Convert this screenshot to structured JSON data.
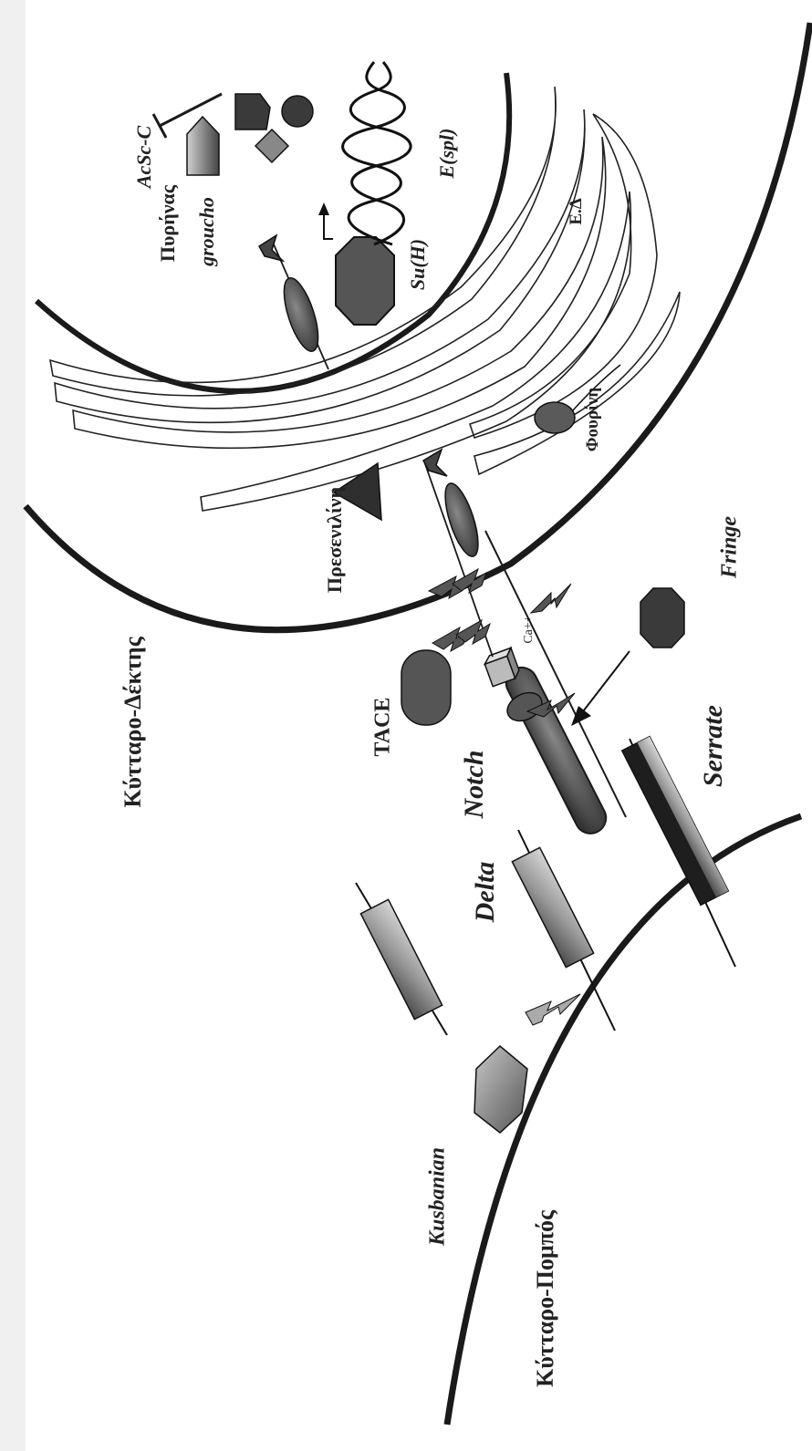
{
  "labels": {
    "nucleus": "Πυρήνας",
    "receiver_cell": "Κύτταρο-Δέκτης",
    "sender_cell": "Κύτταρο-Πομπός",
    "acsc": "AcSc-C",
    "groucho": "groucho",
    "espl": "E(spl)",
    "suh": "Su(H)",
    "er": "Ε.Δ",
    "furin": "Φουρίνη",
    "presenilin": "Πρεσενιλίνη",
    "fringe": "Fringe",
    "ca": "Ca++",
    "tace": "TACE",
    "notch": "Notch",
    "serrate": "Serrate",
    "delta": "Delta",
    "kusbanian": "Kusbanian"
  },
  "colors": {
    "background": "#ffffff",
    "line": "#1a1a1a",
    "dark_fill": "#3a3a3a",
    "mid_fill": "#6e6e6e",
    "light_fill": "#b8b8b8"
  }
}
